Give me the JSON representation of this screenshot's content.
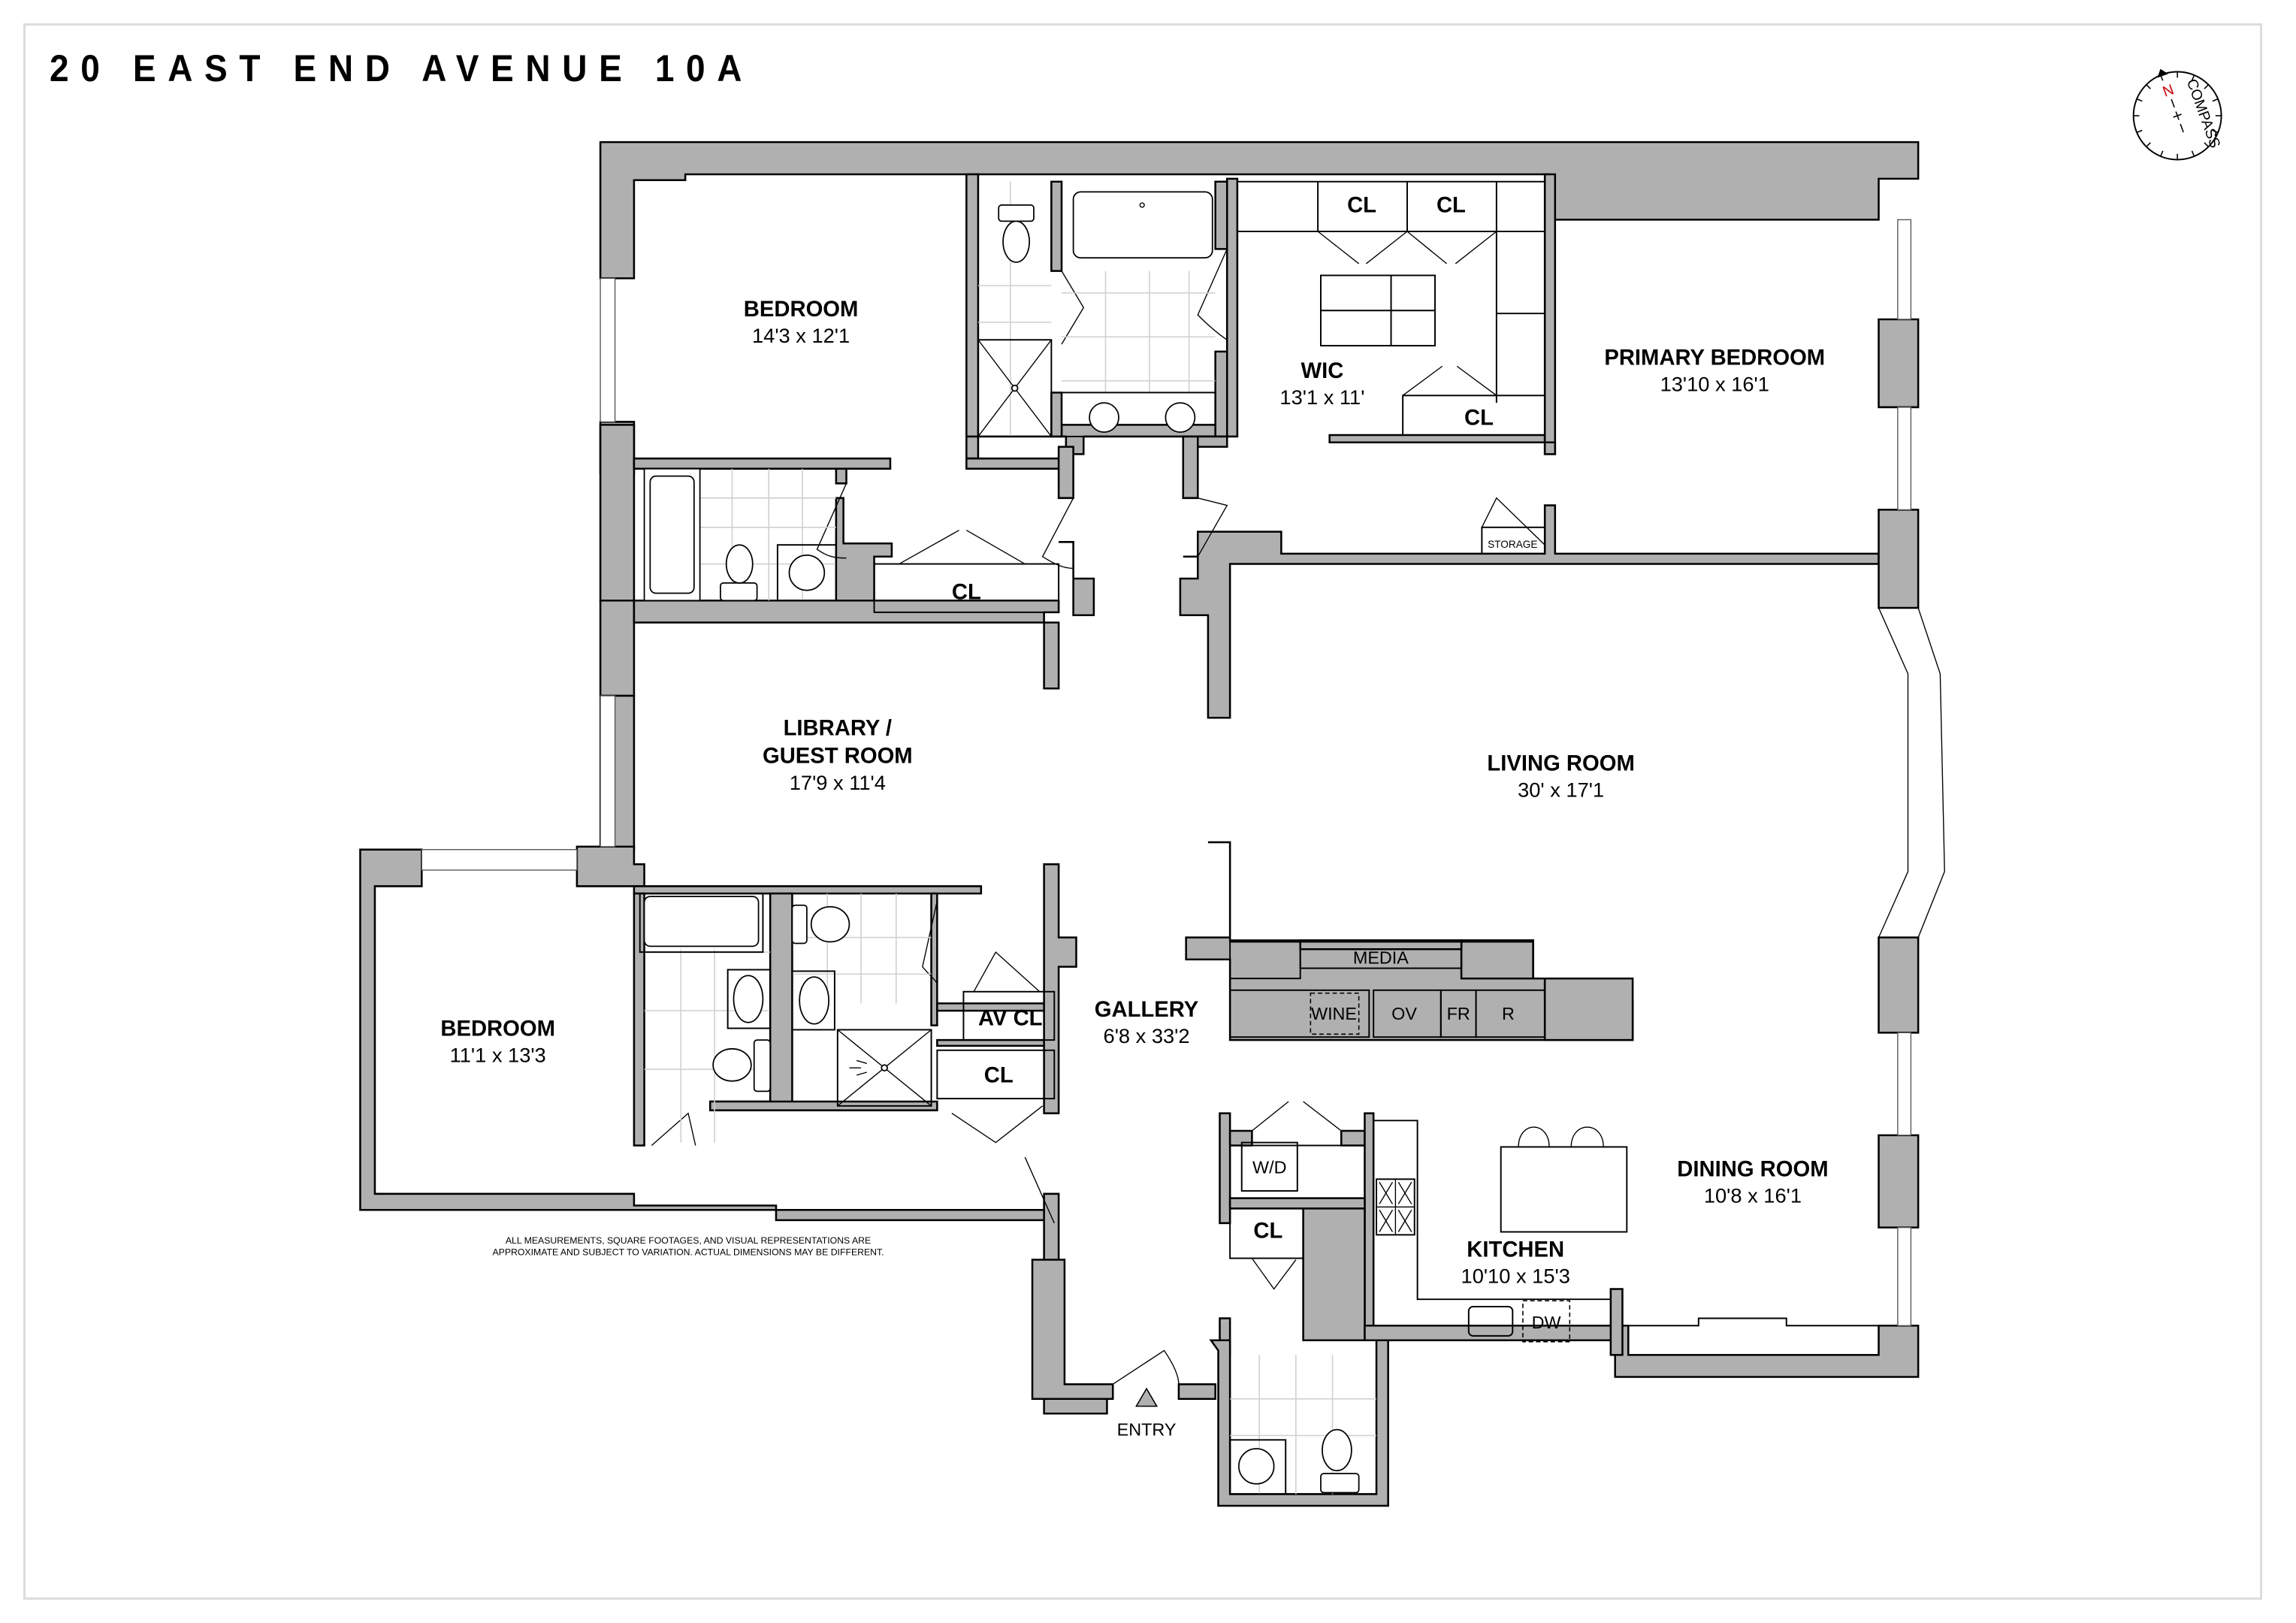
{
  "title": "20 EAST END AVENUE 10A",
  "compass": {
    "label": "COMPASS",
    "north_label": "N",
    "north_color": "#cc0000"
  },
  "colors": {
    "wall": "#b0b0b0",
    "outline": "#000000",
    "tile": "#cfcfcf",
    "frame": "#dcdcdc"
  },
  "rooms": {
    "bedroom_1": {
      "name": "BEDROOM",
      "dims": "14'3 x 12'1"
    },
    "wic": {
      "name": "WIC",
      "dims": "13'1 x 11'"
    },
    "primary_bedroom": {
      "name": "PRIMARY BEDROOM",
      "dims": "13'10 x 16'1"
    },
    "library": {
      "name_line1": "LIBRARY /",
      "name_line2": "GUEST ROOM",
      "dims": "17'9 x 11'4"
    },
    "living_room": {
      "name": "LIVING ROOM",
      "dims": "30' x 17'1"
    },
    "bedroom_2": {
      "name": "BEDROOM",
      "dims": "11'1 x 13'3"
    },
    "gallery": {
      "name": "GALLERY",
      "dims": "6'8 x 33'2"
    },
    "dining_room": {
      "name": "DINING ROOM",
      "dims": "10'8 x 16'1"
    },
    "kitchen": {
      "name": "KITCHEN",
      "dims": "10'10 x 15'3"
    }
  },
  "closets": {
    "wic_cl_1": "CL",
    "wic_cl_2": "CL",
    "wic_cl_3": "CL",
    "hall_cl_top": "CL",
    "av_cl": "AV CL",
    "hall_cl_mid": "CL",
    "laundry_cl": "CL",
    "storage": "STORAGE"
  },
  "appliances": {
    "media": "MEDIA",
    "wine": "WINE",
    "oven": "OV",
    "freezer": "FR",
    "refrigerator": "R",
    "washer_dryer": "W/D",
    "dishwasher": "DW"
  },
  "entry_label": "ENTRY",
  "disclaimer_line1": "ALL MEASUREMENTS, SQUARE FOOTAGES, AND VISUAL REPRESENTATIONS ARE",
  "disclaimer_line2": "APPROXIMATE AND SUBJECT TO VARIATION. ACTUAL DIMENSIONS MAY BE DIFFERENT."
}
